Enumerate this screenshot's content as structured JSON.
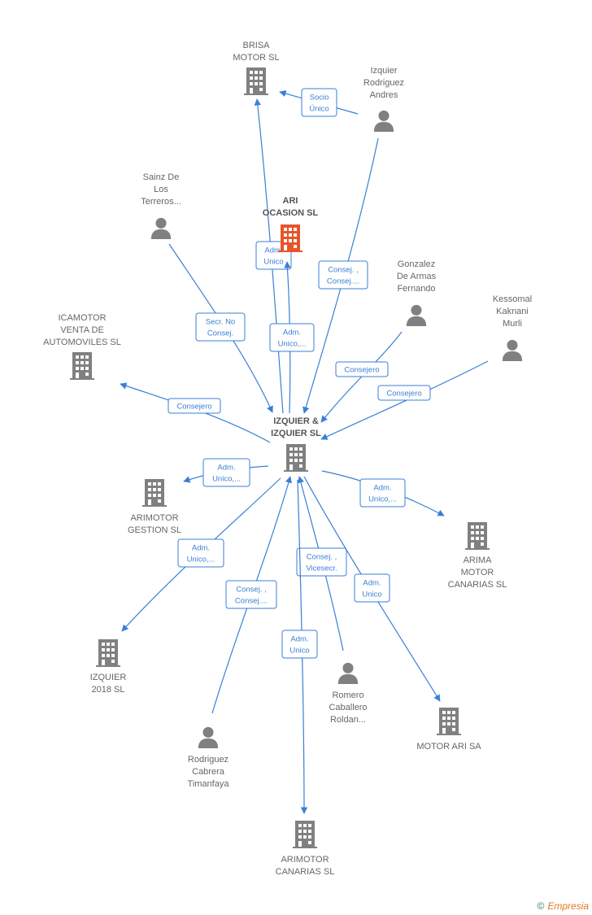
{
  "colors": {
    "building": "#808080",
    "highlight": "#e8542a",
    "person": "#808080",
    "edge": "#3a7fd5"
  },
  "nodes": [
    {
      "id": "brisa",
      "type": "company",
      "label": [
        "BRISA",
        "MOTOR SL"
      ]
    },
    {
      "id": "izq_rod",
      "type": "person",
      "label": [
        "Izquier",
        "Rodriguez",
        "Andres"
      ]
    },
    {
      "id": "sainz",
      "type": "person",
      "label": [
        "Sainz De",
        "Los",
        "Terreros..."
      ]
    },
    {
      "id": "ari",
      "type": "company",
      "highlight": true,
      "label": [
        "ARI",
        "OCASION  SL"
      ]
    },
    {
      "id": "gonzalez",
      "type": "person",
      "label": [
        "Gonzalez",
        "De Armas",
        "Fernando"
      ]
    },
    {
      "id": "kessomal",
      "type": "person",
      "label": [
        "Kessomal",
        "Kaknani",
        "Murli"
      ]
    },
    {
      "id": "icamotor",
      "type": "company",
      "label": [
        "ICAMOTOR",
        "VENTA DE",
        "AUTOMOVILES SL"
      ]
    },
    {
      "id": "izqizq",
      "type": "company",
      "main": true,
      "label": [
        "IZQUIER &",
        "IZQUIER SL"
      ]
    },
    {
      "id": "arimotor_g",
      "type": "company",
      "label": [
        "ARIMOTOR",
        "GESTION  SL"
      ]
    },
    {
      "id": "arima",
      "type": "company",
      "label": [
        "ARIMA",
        "MOTOR",
        "CANARIAS  SL"
      ]
    },
    {
      "id": "izq2018",
      "type": "company",
      "label": [
        "IZQUIER",
        "2018  SL"
      ]
    },
    {
      "id": "romero",
      "type": "person",
      "label": [
        "Romero",
        "Caballero",
        "Roldan..."
      ]
    },
    {
      "id": "motorari",
      "type": "company",
      "label": [
        "MOTOR ARI SA"
      ]
    },
    {
      "id": "rodriguez",
      "type": "person",
      "label": [
        "Rodriguez",
        "Cabrera",
        "Timanfaya"
      ]
    },
    {
      "id": "arimotor_c",
      "type": "company",
      "label": [
        "ARIMOTOR",
        "CANARIAS SL"
      ]
    }
  ],
  "edges": [
    {
      "id": "e1",
      "label": [
        "Socio",
        "Único"
      ]
    },
    {
      "id": "e2",
      "label": [
        "Adm.",
        "Unico"
      ]
    },
    {
      "id": "e3",
      "label": [
        "Consej. ,",
        "Consej...."
      ]
    },
    {
      "id": "e4",
      "label": [
        "Secr.  No",
        "Consej."
      ]
    },
    {
      "id": "e5",
      "label": [
        "Adm.",
        "Unico,..."
      ]
    },
    {
      "id": "e6",
      "label": [
        "Consejero"
      ]
    },
    {
      "id": "e7",
      "label": [
        "Consejero"
      ]
    },
    {
      "id": "e8",
      "label": [
        "Consejero"
      ]
    },
    {
      "id": "e9",
      "label": [
        "Adm.",
        "Unico,..."
      ]
    },
    {
      "id": "e10",
      "label": [
        "Adm.",
        "Unico,..."
      ]
    },
    {
      "id": "e11",
      "label": [
        "Adm.",
        "Unico,..."
      ]
    },
    {
      "id": "e12",
      "label": [
        "Consej. ,",
        "Consej...."
      ]
    },
    {
      "id": "e13",
      "label": [
        "Consej. ,",
        "Vicesecr."
      ]
    },
    {
      "id": "e14",
      "label": [
        "Adm.",
        "Unico"
      ]
    },
    {
      "id": "e15",
      "label": [
        "Adm.",
        "Unico"
      ]
    }
  ],
  "footer": {
    "copyright": "©",
    "brand": "Empresia"
  }
}
